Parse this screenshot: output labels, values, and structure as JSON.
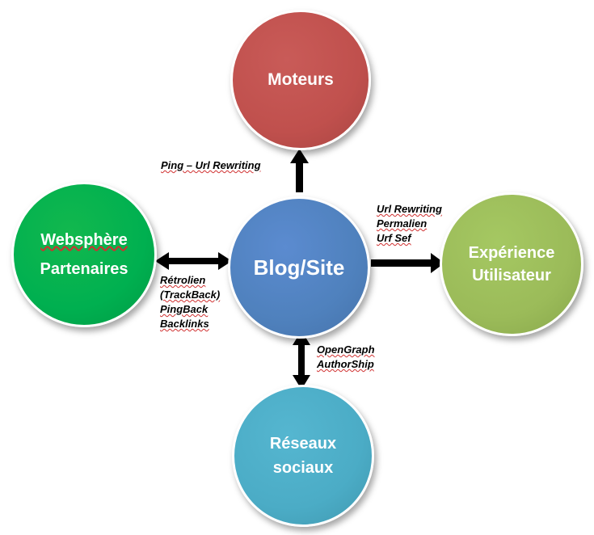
{
  "nodes": {
    "moteurs": {
      "label": "Moteurs"
    },
    "blog": {
      "label": "Blog/Site"
    },
    "websphere": {
      "line1": "Websphère",
      "line2": "Partenaires"
    },
    "experience": {
      "line1": "Expérience",
      "line2": "Utilisateur"
    },
    "reseaux": {
      "line1": "Réseaux",
      "line2": "sociaux"
    }
  },
  "edge_labels": {
    "ping": "Ping – Url Rewriting",
    "retro": [
      "Rétrolien",
      "(TrackBack)",
      "PingBack",
      "Backlinks"
    ],
    "url": [
      "Url Rewriting",
      "Permalien",
      "Urf Sef"
    ],
    "og": [
      "OpenGraph",
      "AuthorShip"
    ]
  },
  "colors": {
    "moteurs": "#c0504d",
    "blog": "#4f81bd",
    "websphere": "#00b050",
    "experience": "#9bbb59",
    "reseaux": "#4bacc6",
    "arrow": "#000000"
  }
}
